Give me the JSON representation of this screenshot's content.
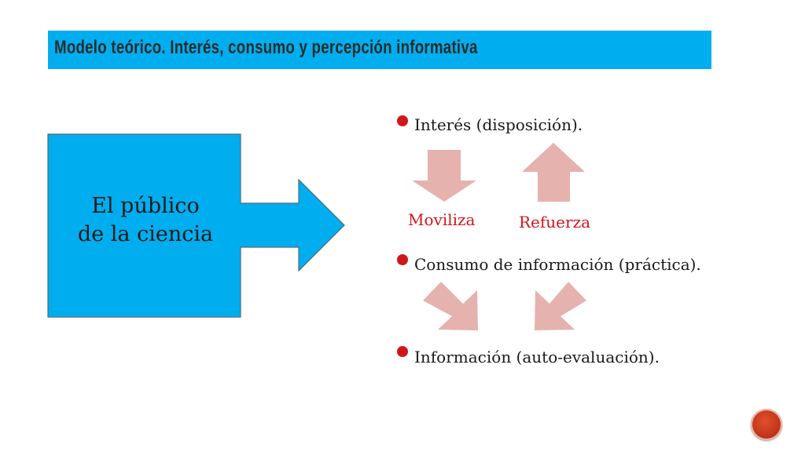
{
  "title": "Modelo teórico. Interés, consumo y percepción informativa",
  "colors": {
    "title_bar": "#00aeef",
    "big_arrow": "#00aeef",
    "cycle_arrows": "#e6b2ae",
    "bullet": "#d0161b",
    "red_labels": "#d0161b"
  },
  "main_box": {
    "line1": "El público",
    "line2": "de la ciencia"
  },
  "bullets": [
    {
      "text": "Interés (disposición)."
    },
    {
      "text": "Consumo de información (práctica)."
    },
    {
      "text": "Información (auto-evaluación)."
    }
  ],
  "cycle_labels": {
    "left": "Moviliza",
    "right": "Refuerza"
  }
}
